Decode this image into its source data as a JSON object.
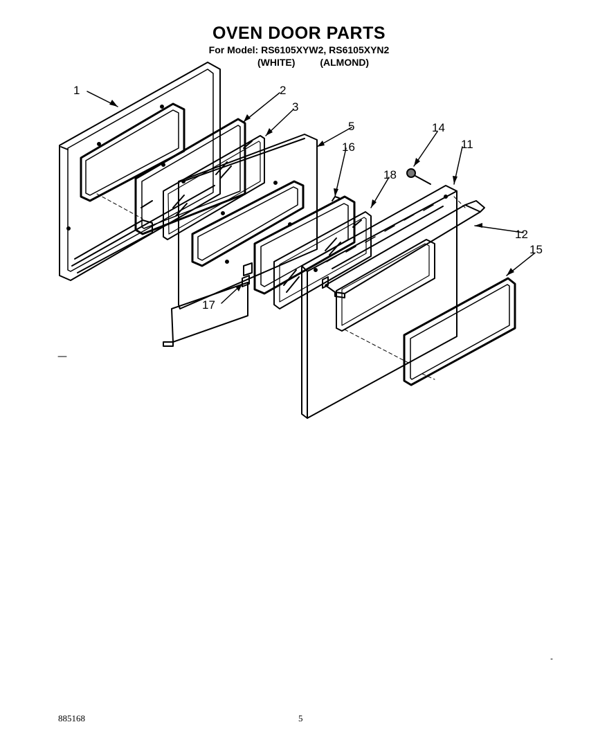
{
  "header": {
    "title": "OVEN DOOR PARTS",
    "model_line": "For Model: RS6105XYW2, RS6105XYN2",
    "variants": [
      "(WHITE)",
      "(ALMOND)"
    ]
  },
  "callouts": [
    "1",
    "2",
    "3",
    "5",
    "16",
    "14",
    "11",
    "18",
    "12",
    "15",
    "17"
  ],
  "footer": {
    "doc_id": "885168",
    "page_number": "5"
  }
}
